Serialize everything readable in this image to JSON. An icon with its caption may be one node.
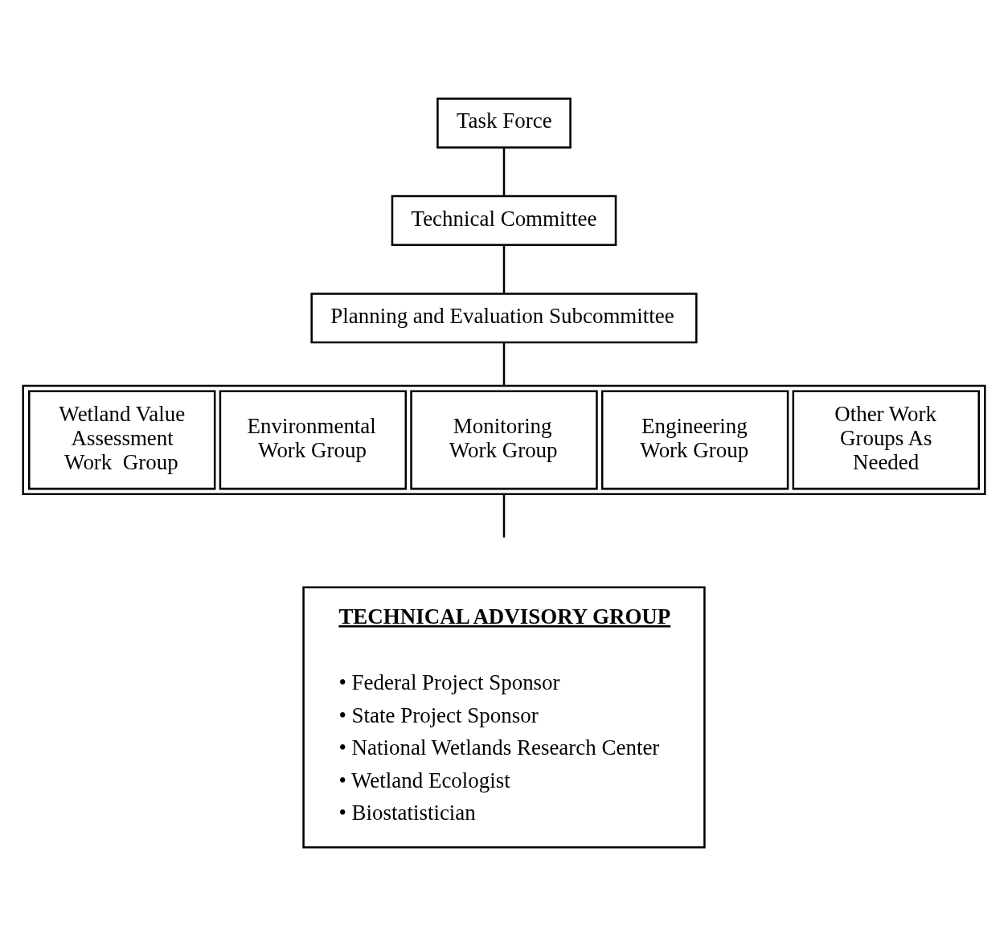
{
  "diagram": {
    "nodes": [
      {
        "text": [
          "Task Force"
        ]
      },
      {
        "text": [
          "Technical Committee"
        ]
      },
      {
        "text": [
          "Planning and Evaluation Subcommittee"
        ]
      },
      {
        "text": [],
        "shape": "box"
      },
      {
        "text": [
          "Wetland Value Assessment Work  Group"
        ],
        "in": 3
      },
      {
        "text": [
          "Environmental Work Group"
        ],
        "in": 3
      },
      {
        "text": [
          "Monitoring Work Group"
        ],
        "in": 3
      },
      {
        "text": [
          "Engineering Work Group"
        ],
        "in": 3
      },
      {
        "text": [
          "Other Work Groups As Needed"
        ],
        "in": 3
      },
      {
        "text": [
          "TECHNICAL ADVISORY GROUP",
          "• Federal Project Sponsor",
          "• State Project Sponsor",
          "• National Wetlands Research Center",
          "• Wetland Ecologist",
          "• Biostatistician"
        ]
      }
    ],
    "edges": [
      {
        "from": 0,
        "to": 1,
        "arrow": "none"
      },
      {
        "from": 1,
        "to": 2,
        "arrow": "none"
      },
      {
        "from": 2,
        "to": 3,
        "arrow": "none"
      },
      {
        "from": 3,
        "to": null,
        "arrow": "none"
      }
    ]
  }
}
